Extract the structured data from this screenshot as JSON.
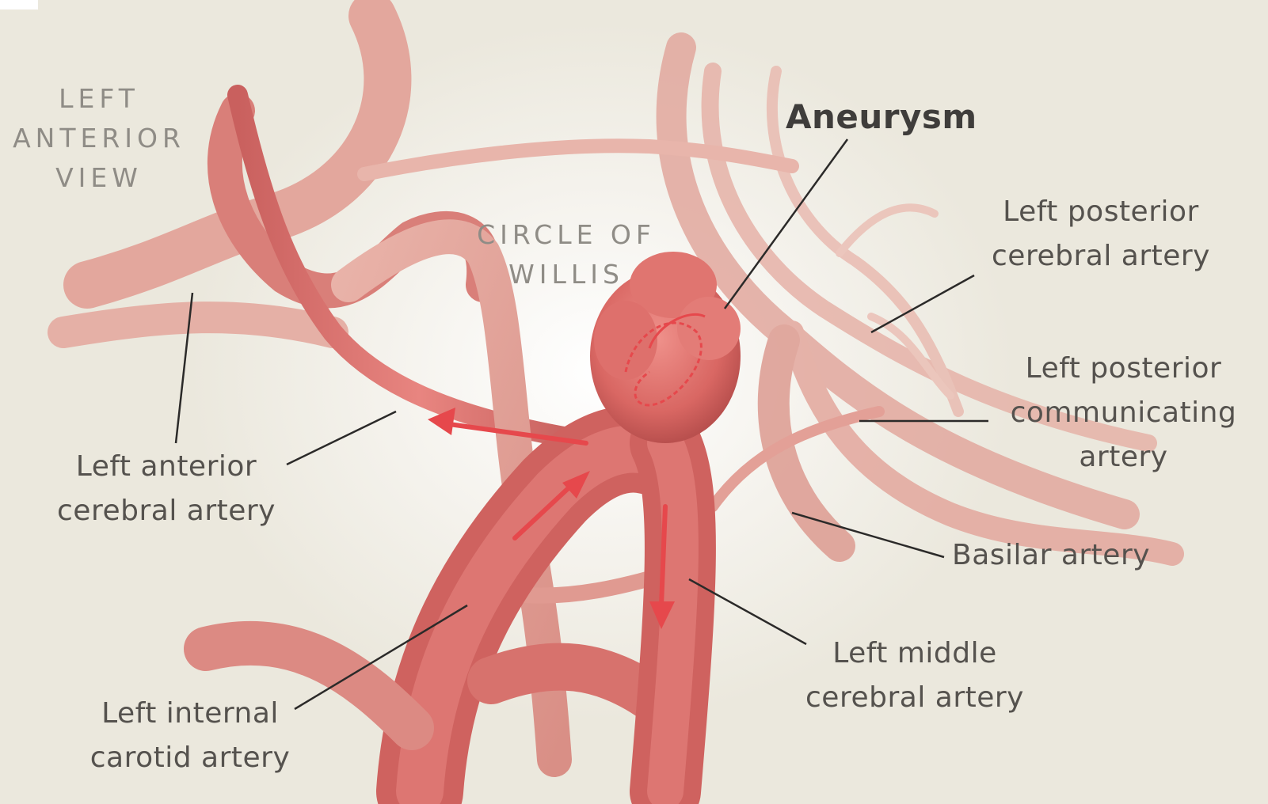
{
  "view": {
    "line1": "LEFT",
    "line2": "ANTERIOR",
    "line3": "VIEW"
  },
  "circle": {
    "line1": "CIRCLE OF",
    "line2": "WILLIS"
  },
  "aneurysm": "Aneurysm",
  "labels": {
    "left_posterior_cerebral": {
      "line1": "Left posterior",
      "line2": "cerebral artery"
    },
    "left_posterior_communicating": {
      "line1": "Left posterior",
      "line2": "communicating",
      "line3": "artery"
    },
    "basilar": "Basilar artery",
    "left_middle_cerebral": {
      "line1": "Left middle",
      "line2": "cerebral artery"
    },
    "left_internal_carotid": {
      "line1": "Left internal",
      "line2": "carotid artery"
    },
    "left_anterior_cerebral": {
      "line1": "Left anterior",
      "line2": "cerebral artery"
    }
  },
  "colors": {
    "artery": "#d9706d",
    "artery_light": "#ebaaa3",
    "arrow": "#e6484c",
    "leader": "#2b2a29",
    "background": "#ebe8dd"
  }
}
